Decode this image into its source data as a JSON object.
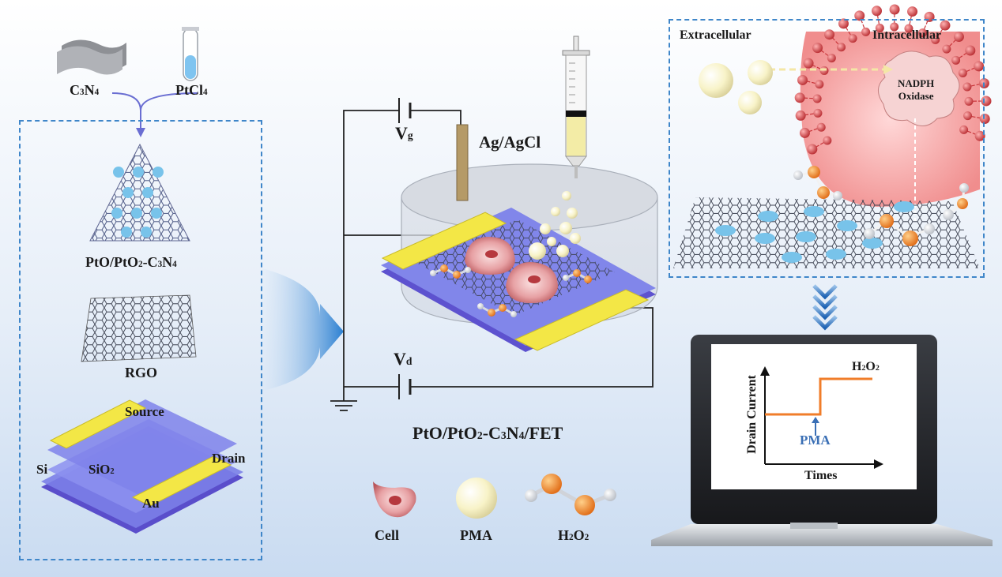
{
  "materials": {
    "c3n4": {
      "base": "C",
      "s1": "3",
      "mid": "N",
      "s2": "4"
    },
    "ptcl4": {
      "base": "PtCl",
      "s1": "4"
    }
  },
  "left_panel": {
    "composite": {
      "a": "PtO/PtO",
      "s1": "2",
      "b": "-C",
      "s2": "3",
      "c": "N",
      "s3": "4"
    },
    "rgo": "RGO",
    "source": "Source",
    "drain": "Drain",
    "si": "Si",
    "sio2": {
      "base": "SiO",
      "s1": "2"
    },
    "au": "Au"
  },
  "center": {
    "vg": {
      "base": "V",
      "s1": "g"
    },
    "vd": {
      "base": "V",
      "s1": "d"
    },
    "electrode": "Ag/AgCl",
    "device": {
      "a": "PtO/PtO",
      "s1": "2",
      "b": "-C",
      "s2": "3",
      "c": "N",
      "s3": "4",
      "d": "/FET"
    }
  },
  "legend": {
    "cell": "Cell",
    "pma": "PMA",
    "h2o2": {
      "a": "H",
      "s1": "2",
      "b": "O",
      "s2": "2"
    }
  },
  "cell_panel": {
    "extracellular": "Extracellular",
    "intracellular": "Intracellular",
    "enzyme_line1": "NADPH",
    "enzyme_line2": "Oxidase"
  },
  "laptop": {
    "ylabel": "Drain Current",
    "xlabel": "Times",
    "event": "PMA",
    "product": {
      "a": "H",
      "s1": "2",
      "b": "O",
      "s2": "2"
    }
  },
  "colors": {
    "accent_blue": "#3f86c9",
    "gold": "#f1e54a",
    "device_purple": "#6f6fe0",
    "current_line": "#f07d2a",
    "membrane_red": "#c8353a"
  }
}
